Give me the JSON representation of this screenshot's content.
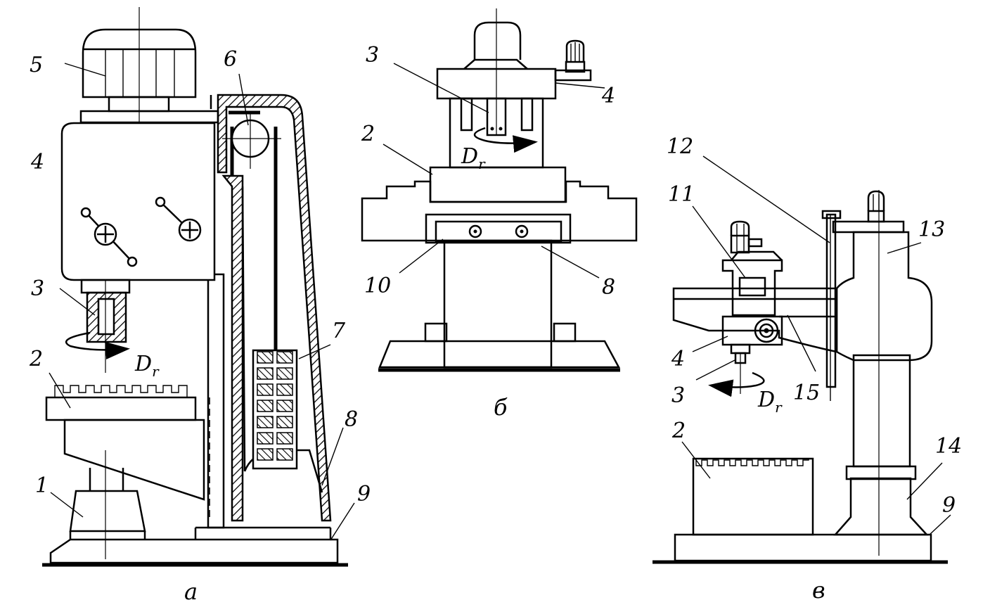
{
  "figure": {
    "views": [
      {
        "id": "a",
        "caption": "а",
        "labels": [
          "5",
          "6",
          "4",
          "3",
          "2",
          "1",
          "7",
          "8",
          "9"
        ],
        "motion_label": {
          "main": "D",
          "sub": "r"
        }
      },
      {
        "id": "b",
        "caption": "б",
        "labels": [
          "3",
          "4",
          "2",
          "10",
          "8"
        ],
        "motion_label": {
          "main": "D",
          "sub": "r"
        }
      },
      {
        "id": "v",
        "caption": "в",
        "labels": [
          "12",
          "11",
          "13",
          "4",
          "3",
          "15",
          "2",
          "14",
          "9"
        ],
        "motion_label": {
          "main": "D",
          "sub": "r"
        }
      }
    ]
  }
}
